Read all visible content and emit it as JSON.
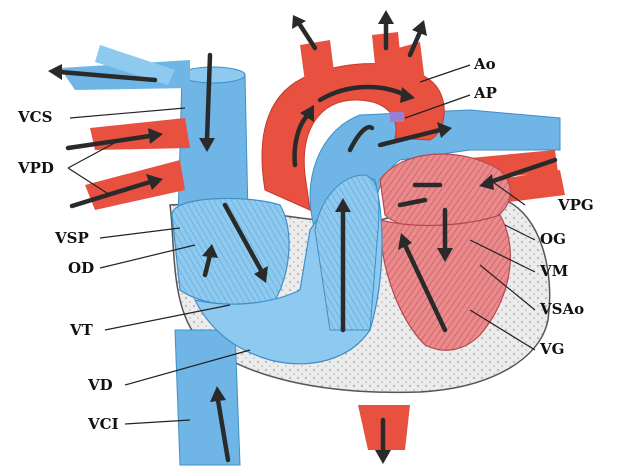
{
  "labels": {
    "ao": "Ao",
    "ap": "AP",
    "vcs": "VCS",
    "vpd": "VPD",
    "vsp": "VSP",
    "od": "OD",
    "vt": "VT",
    "vd": "VD",
    "vci": "VCI",
    "vpg": "VPG",
    "og": "OG",
    "vm": "VM",
    "vsao": "VSAo",
    "vg": "VG"
  },
  "colors": {
    "venous_blue": "#6fb6e6",
    "venous_blue_dark": "#3f8fc8",
    "arterial_red": "#e8513f",
    "arterial_red_light": "#f08b80",
    "left_ventricle_pink": "#e98a8c",
    "pericardium_gray": "#e3e3e3",
    "valve_purple": "#9a7fd0",
    "arrow": "#2a2a2a"
  }
}
